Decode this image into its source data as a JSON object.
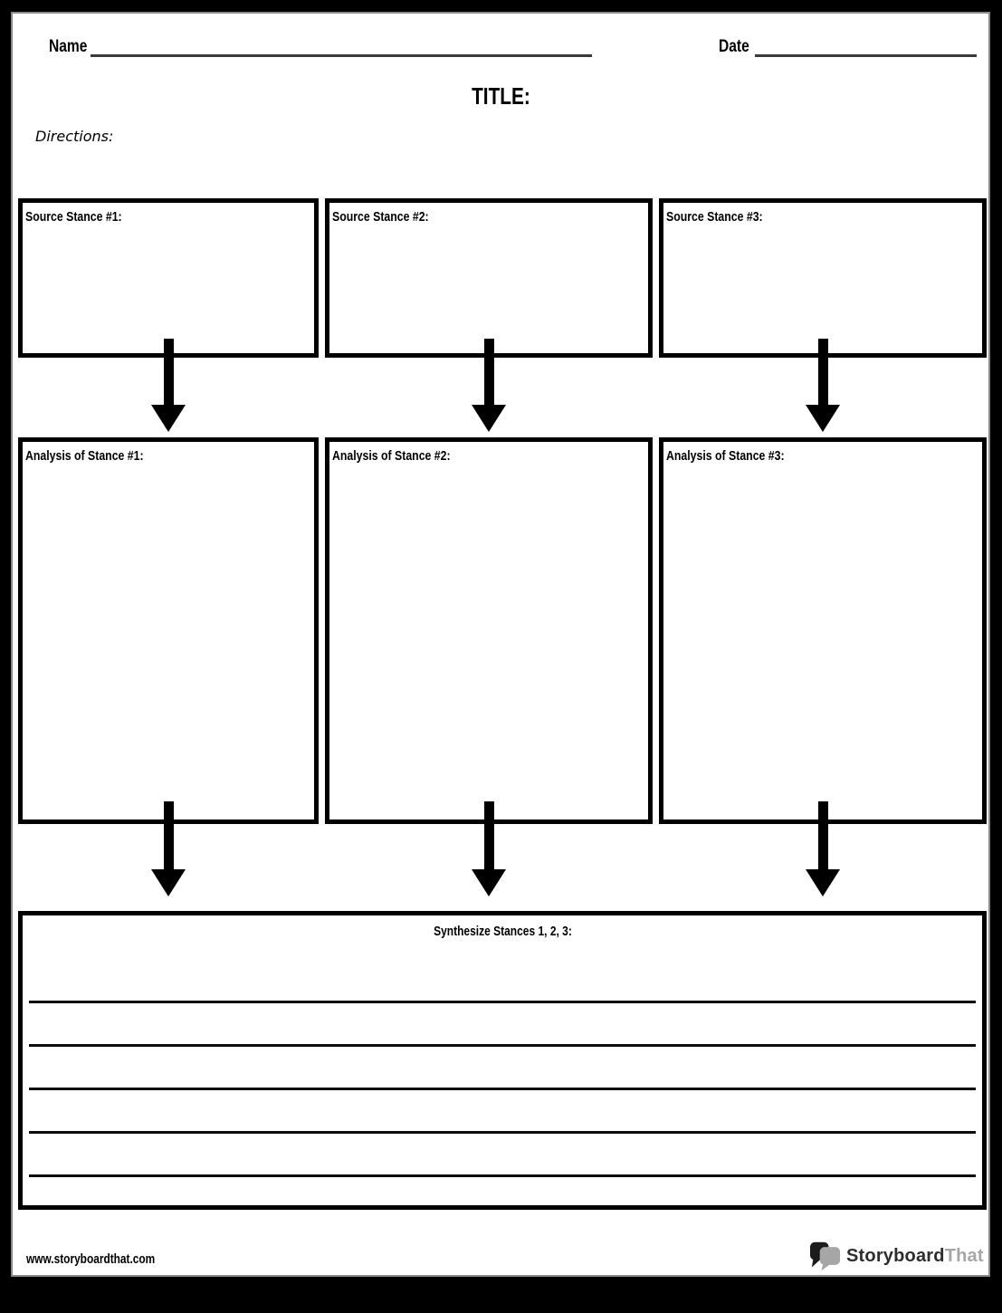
{
  "header": {
    "name_label": "Name",
    "name_value": "",
    "date_label": "Date",
    "date_value": "",
    "title_label": "TITLE:",
    "directions_label": "Directions:",
    "directions_value": ""
  },
  "organizer": {
    "source_boxes": [
      {
        "label": "Source Stance #1:",
        "value": ""
      },
      {
        "label": "Source Stance #2:",
        "value": ""
      },
      {
        "label": "Source Stance #3:",
        "value": ""
      }
    ],
    "analysis_boxes": [
      {
        "label": "Analysis of Stance #1:",
        "value": ""
      },
      {
        "label": "Analysis of Stance #2:",
        "value": ""
      },
      {
        "label": "Analysis of Stance #3:",
        "value": ""
      }
    ],
    "synthesize_box": {
      "label": "Synthesize Stances 1, 2, 3:",
      "writing_lines": 5,
      "value": ""
    }
  },
  "footer": {
    "website": "www.storyboardthat.com",
    "brand_primary": "Storyboard",
    "brand_secondary": "That"
  },
  "colors": {
    "ink": "#000000",
    "rule_line": "#3a3a3a",
    "brand_primary_color": "#2d2d2d",
    "brand_secondary_color": "#a6a6a6"
  }
}
